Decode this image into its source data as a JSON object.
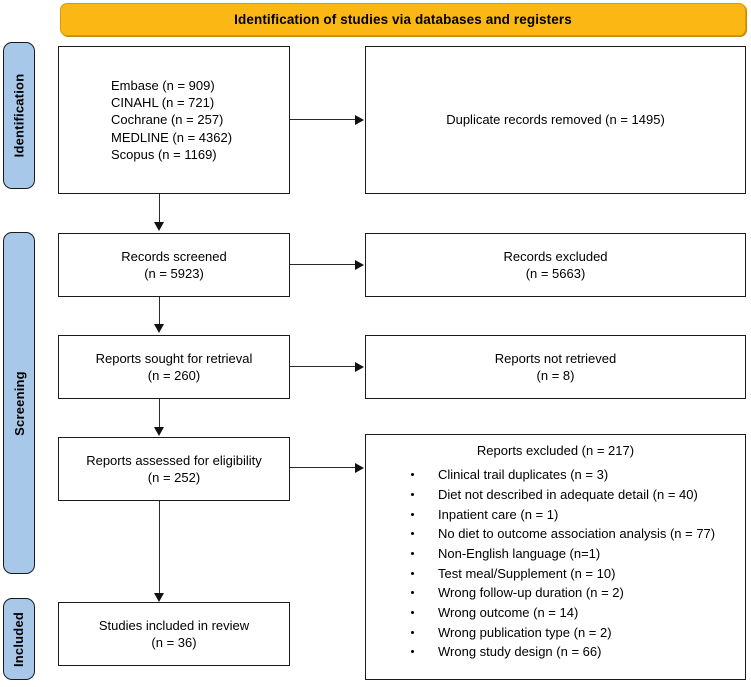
{
  "banner": {
    "title": "Identification of studies via databases and registers"
  },
  "stages": [
    {
      "label": "Identification"
    },
    {
      "label": "Screening"
    },
    {
      "label": "Included"
    }
  ],
  "boxes": {
    "databases": {
      "lines": [
        "Embase (n = 909)",
        "CINAHL (n = 721)",
        "Cochrane (n = 257)",
        "MEDLINE (n = 4362)",
        "Scopus (n = 1169)"
      ]
    },
    "duplicates_removed": {
      "text": "Duplicate records removed  (n = 1495)"
    },
    "records_screened": {
      "line1": "Records screened",
      "line2": "(n = 5923)"
    },
    "records_excluded": {
      "line1": "Records excluded",
      "line2": "(n = 5663)"
    },
    "reports_sought": {
      "line1": "Reports sought for retrieval",
      "line2": "(n = 260)"
    },
    "reports_not_retrieved": {
      "line1": "Reports not retrieved",
      "line2": "(n = 8)"
    },
    "reports_assessed": {
      "line1": "Reports assessed for eligibility",
      "line2": "(n = 252)"
    },
    "reports_excluded": {
      "title": "Reports excluded (n = 217)",
      "reasons": [
        "Clinical trail duplicates (n = 3)",
        "Diet not described in adequate detail (n = 40)",
        "Inpatient care (n = 1)",
        "No diet to outcome association analysis (n = 77)",
        "Non-English language (n=1)",
        "Test meal/Supplement (n = 10)",
        "Wrong follow-up duration (n = 2)",
        "Wrong outcome (n = 14)",
        "Wrong publication type (n = 2)",
        "Wrong study design (n = 66)"
      ]
    },
    "studies_included": {
      "line1": "Studies included in review",
      "line2": "(n = 36)"
    }
  },
  "colors": {
    "banner_fill": "#FBB714",
    "stage_fill": "#A8C8EA",
    "box_border": "#1b1b1b",
    "connector": "#2b2b2b"
  }
}
